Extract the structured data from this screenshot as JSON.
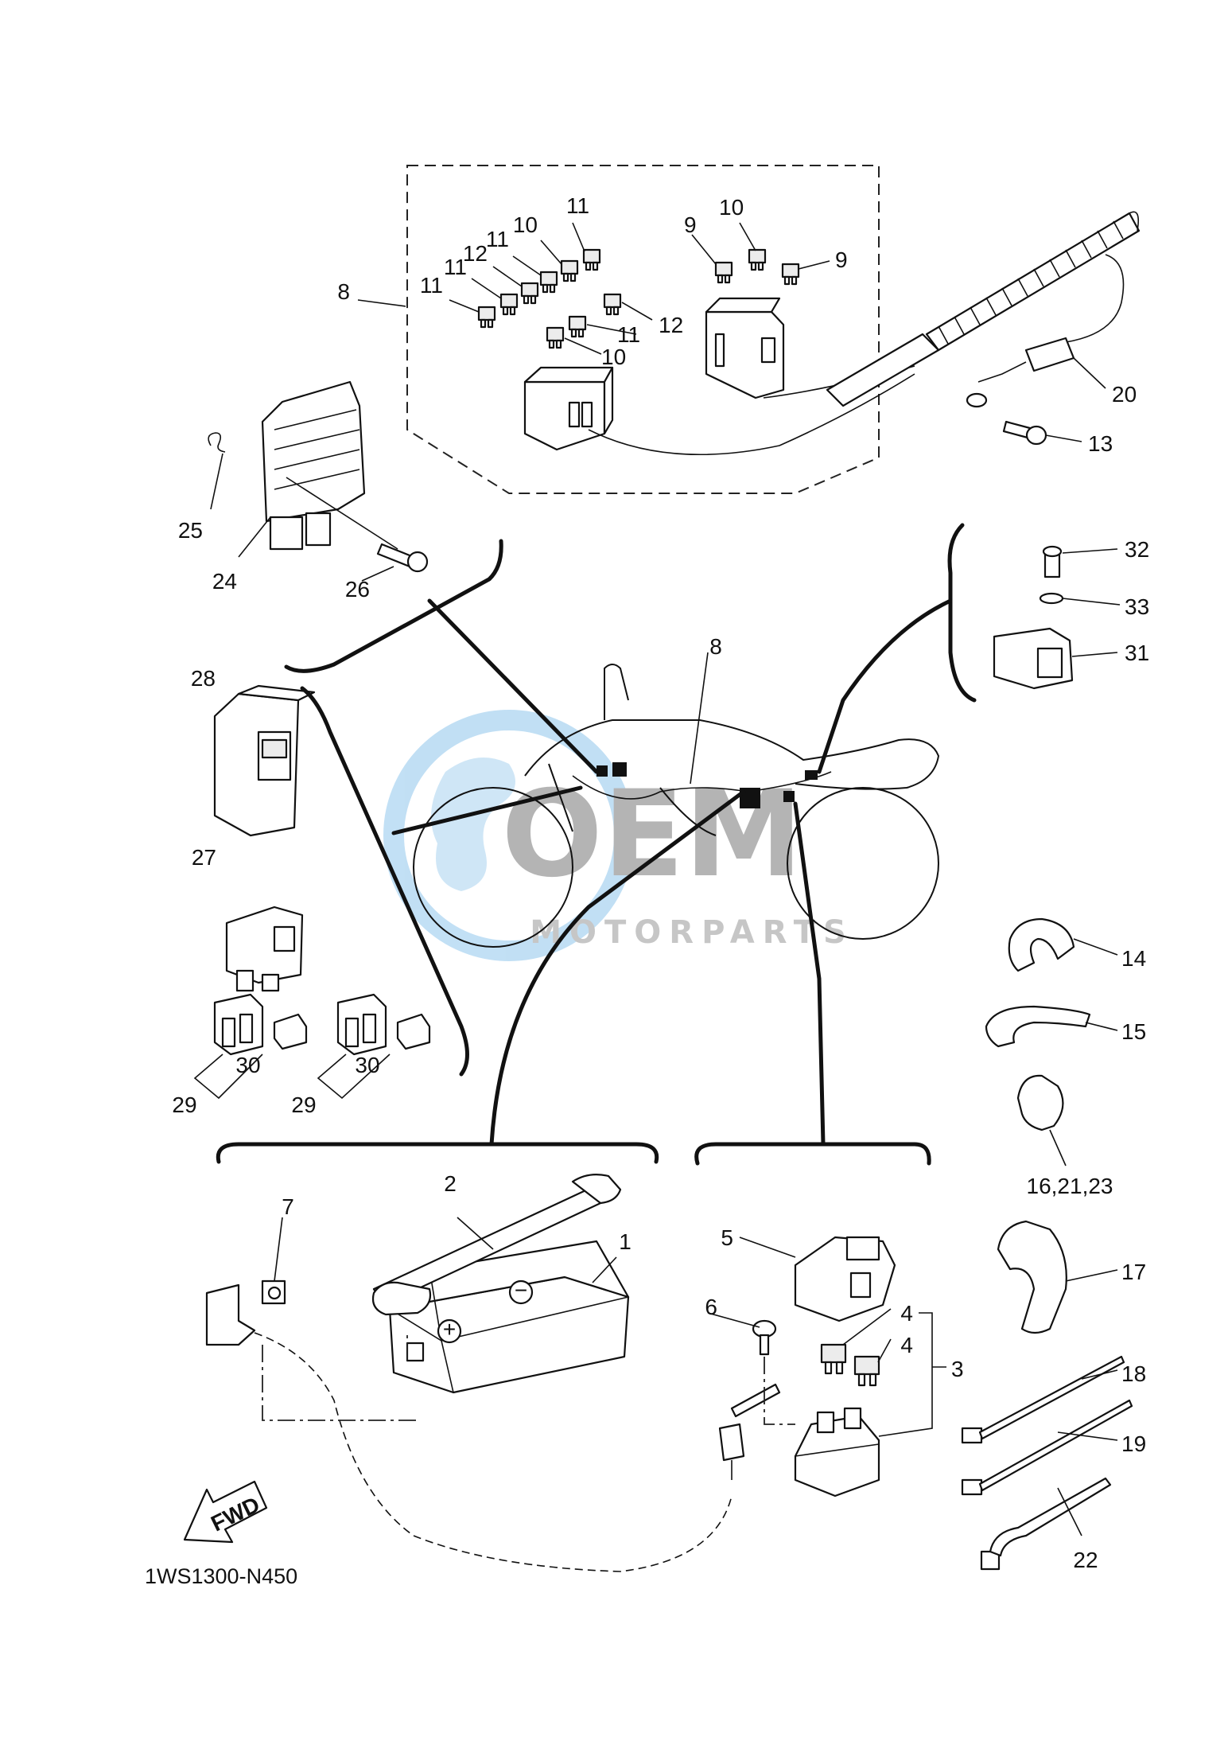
{
  "diagram_code": "1WS1300-N450",
  "fwd_label": "FWD",
  "watermark": {
    "brand": "OEM",
    "sub": "MOTORPARTS",
    "color": "#8fc6ec"
  },
  "callouts": {
    "c1": "1",
    "c2": "2",
    "c3": "3",
    "c4a": "4",
    "c4b": "4",
    "c5": "5",
    "c6": "6",
    "c7": "7",
    "c8a": "8",
    "c8b": "8",
    "c9a": "9",
    "c9b": "9",
    "c10a": "10",
    "c10b": "10",
    "c10c": "10",
    "c11a": "11",
    "c11b": "11",
    "c11c": "11",
    "c11d": "11",
    "c11e": "11",
    "c12a": "12",
    "c12b": "12",
    "c13": "13",
    "c14": "14",
    "c15": "15",
    "c16": "16,21,23",
    "c17": "17",
    "c18": "18",
    "c19": "19",
    "c20": "20",
    "c22": "22",
    "c24": "24",
    "c25": "25",
    "c26": "26",
    "c27": "27",
    "c28": "28",
    "c29a": "29",
    "c29b": "29",
    "c30a": "30",
    "c30b": "30",
    "c31": "31",
    "c32": "32",
    "c33": "33"
  }
}
